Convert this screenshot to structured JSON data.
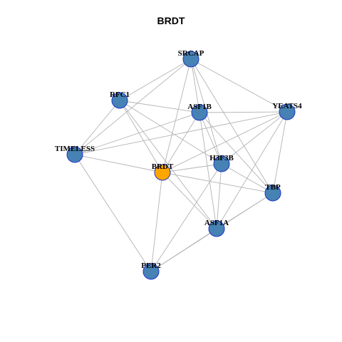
{
  "title": "BRDT",
  "colors": {
    "edge": "#b3b3b3",
    "node_default": "#4682b4",
    "node_focus": "#ffa500",
    "node_border": "#1f35c8"
  },
  "nodes": [
    {
      "id": "SRCAP",
      "label": "SRCAP",
      "focus": false
    },
    {
      "id": "RFC1",
      "label": "RFC1",
      "focus": false
    },
    {
      "id": "ASF1B",
      "label": "ASF1B",
      "focus": false
    },
    {
      "id": "YEATS4",
      "label": "YEATS4",
      "focus": false
    },
    {
      "id": "TIMELESS",
      "label": "TIMELESS",
      "focus": false
    },
    {
      "id": "BRDT",
      "label": "BRDT",
      "focus": true
    },
    {
      "id": "H3F3B",
      "label": "H3F3B",
      "focus": false
    },
    {
      "id": "TBP",
      "label": "TBP",
      "focus": false
    },
    {
      "id": "ASF1A",
      "label": "ASF1A",
      "focus": false
    },
    {
      "id": "PER2",
      "label": "PER2",
      "focus": false
    }
  ],
  "edges": [
    [
      "SRCAP",
      "RFC1"
    ],
    [
      "SRCAP",
      "TIMELESS"
    ],
    [
      "SRCAP",
      "BRDT"
    ],
    [
      "SRCAP",
      "ASF1B"
    ],
    [
      "SRCAP",
      "YEATS4"
    ],
    [
      "SRCAP",
      "TBP"
    ],
    [
      "SRCAP",
      "H3F3B"
    ],
    [
      "RFC1",
      "TIMELESS"
    ],
    [
      "RFC1",
      "ASF1B"
    ],
    [
      "RFC1",
      "BRDT"
    ],
    [
      "RFC1",
      "H3F3B"
    ],
    [
      "RFC1",
      "ASF1A"
    ],
    [
      "ASF1B",
      "TIMELESS"
    ],
    [
      "ASF1B",
      "BRDT"
    ],
    [
      "ASF1B",
      "YEATS4"
    ],
    [
      "ASF1B",
      "H3F3B"
    ],
    [
      "ASF1B",
      "ASF1A"
    ],
    [
      "ASF1B",
      "TBP"
    ],
    [
      "YEATS4",
      "TIMELESS"
    ],
    [
      "YEATS4",
      "BRDT"
    ],
    [
      "YEATS4",
      "H3F3B"
    ],
    [
      "YEATS4",
      "ASF1A"
    ],
    [
      "YEATS4",
      "TBP"
    ],
    [
      "TIMELESS",
      "BRDT"
    ],
    [
      "TIMELESS",
      "PER2"
    ],
    [
      "BRDT",
      "H3F3B"
    ],
    [
      "BRDT",
      "ASF1A"
    ],
    [
      "BRDT",
      "PER2"
    ],
    [
      "BRDT",
      "TBP"
    ],
    [
      "H3F3B",
      "TBP"
    ],
    [
      "H3F3B",
      "ASF1A"
    ],
    [
      "H3F3B",
      "PER2"
    ],
    [
      "TBP",
      "ASF1A"
    ],
    [
      "TBP",
      "PER2"
    ],
    [
      "ASF1A",
      "PER2"
    ]
  ]
}
